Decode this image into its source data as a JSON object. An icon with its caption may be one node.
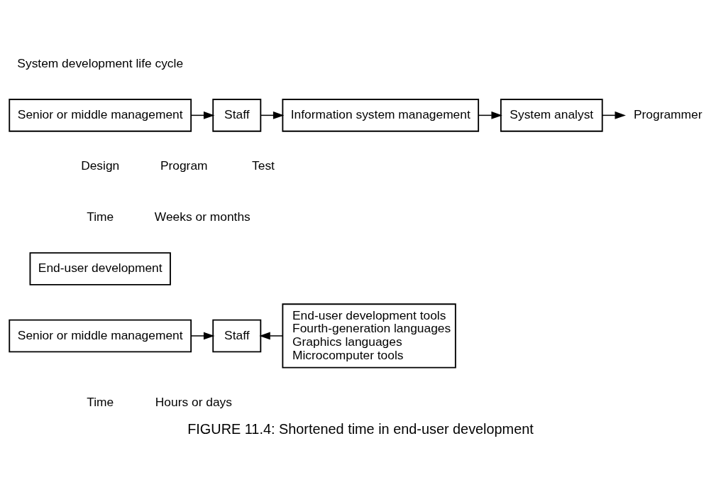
{
  "diagram": {
    "caption": "FIGURE 11.4: Shortened time in end-user development",
    "nodes": [
      {
        "text": [
          "Senior or middle management"
        ]
      },
      {
        "text": [
          "Staff"
        ]
      },
      {
        "text": [
          "Information system management"
        ]
      },
      {
        "text": [
          "System analyst"
        ]
      },
      {
        "text": [
          "Programmer"
        ]
      },
      {
        "text": [
          "End-user development"
        ]
      },
      {
        "text": [
          "Senior or middle management"
        ]
      },
      {
        "text": [
          "Staff"
        ]
      },
      {
        "text": [
          "End-user development tools",
          "Fourth-generation languages",
          "Graphics languages",
          "Microcomputer tools"
        ]
      }
    ],
    "edges": [
      {
        "from": 0,
        "to": 1,
        "arrow": "to"
      },
      {
        "from": 1,
        "to": 2,
        "arrow": "to"
      },
      {
        "from": 2,
        "to": 3,
        "arrow": "to"
      },
      {
        "from": 3,
        "to": 4,
        "arrow": "to"
      },
      {
        "from": 6,
        "to": 7,
        "arrow": "to"
      },
      {
        "from": 8,
        "to": 7,
        "arrow": "to"
      }
    ],
    "labels": [
      "System development life cycle",
      "Design",
      "Program",
      "Test",
      "Weeks or months",
      "Time",
      "Hours or days",
      "Time"
    ]
  }
}
